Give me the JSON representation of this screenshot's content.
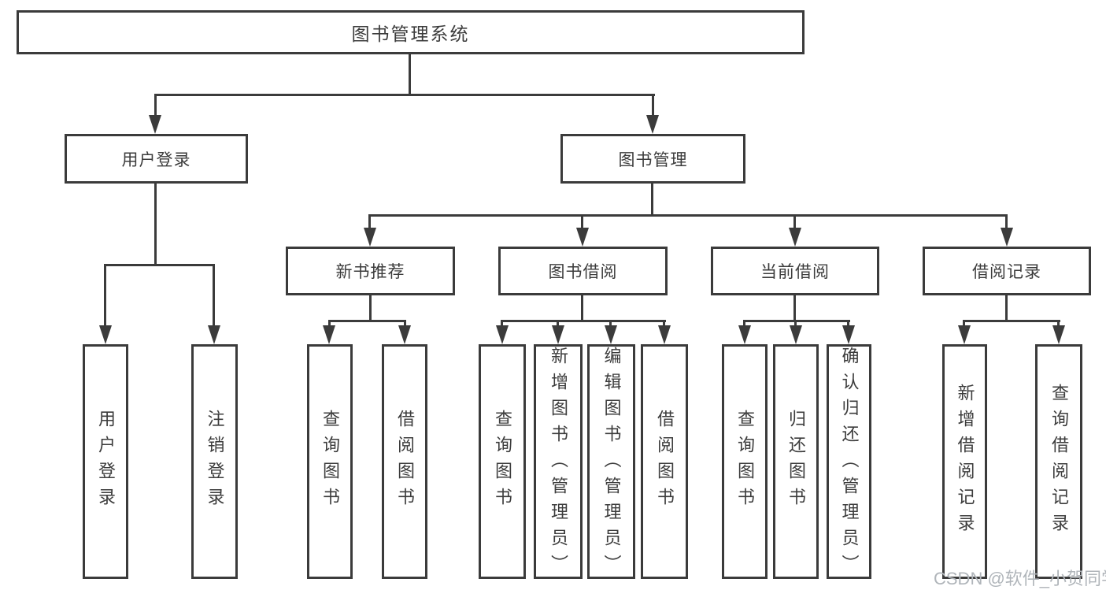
{
  "diagram": {
    "title": "图书管理系统",
    "level2": {
      "user_login": "用户登录",
      "book_management": "图书管理"
    },
    "level3": {
      "new_book_recommend": "新书推荐",
      "book_borrow": "图书借阅",
      "current_borrow": "当前借阅",
      "borrow_records": "借阅记录"
    },
    "leaves": {
      "user_login": "用户登录",
      "logout": "注销登录",
      "nb_query_books": "查询图书",
      "nb_borrow_books": "借阅图书",
      "bw_query_books": "查询图书",
      "bw_add_books": "新增图书（管理员）",
      "bw_edit_books": "编辑图书（管理员）",
      "bw_borrow_books": "借阅图书",
      "cur_query_books": "查询图书",
      "cur_return_books": "归还图书",
      "cur_confirm_return": "确认归还（管理员）",
      "rec_add_record": "新增借阅记录",
      "rec_query_record": "查询借阅记录"
    },
    "watermark": "CSDN @软件_小贺同学",
    "colors": {
      "line": "#3b3b3b",
      "text": "#3c3c3c",
      "watermark": "#b0b5ba",
      "background": "#ffffff"
    }
  }
}
